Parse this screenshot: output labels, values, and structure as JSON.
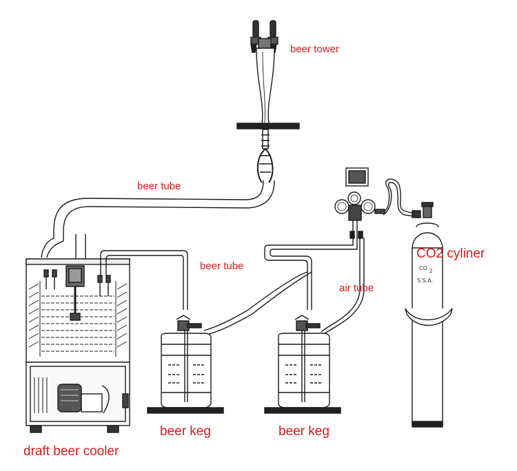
{
  "colors": {
    "label": "#d91a1a",
    "line": "#1a1a1a",
    "fill": "#ffffff"
  },
  "labels": {
    "beer_tower": "beer tower",
    "beer_tube_top": "beer tube",
    "beer_tube_mid": "beer tube",
    "air_tube": "air tube",
    "co2_cylinder": "CO2 cyliner",
    "beer_keg_left": "beer keg",
    "beer_keg_right": "beer keg",
    "cooler": "draft beer cooler"
  },
  "cylinder_markings": {
    "line1_a": "CO",
    "line1_sub": "2",
    "line2": "S.S.A."
  }
}
